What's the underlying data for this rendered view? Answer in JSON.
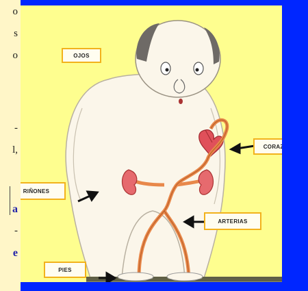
{
  "labels": {
    "ojos": "OJOS",
    "corazon": "CORAZÓN",
    "rinones": "RIÑONES",
    "arterias": "ARTERIAS",
    "pies": "PIES"
  },
  "left_text": [
    "o",
    "s",
    "o",
    "-",
    "l,",
    "a",
    "-",
    "e"
  ],
  "colors": {
    "frame": "#0026ff",
    "panel": "#fefe8f",
    "label_border": "#f2b21c",
    "artery": "#e8884a",
    "organ": "#e0505a"
  }
}
